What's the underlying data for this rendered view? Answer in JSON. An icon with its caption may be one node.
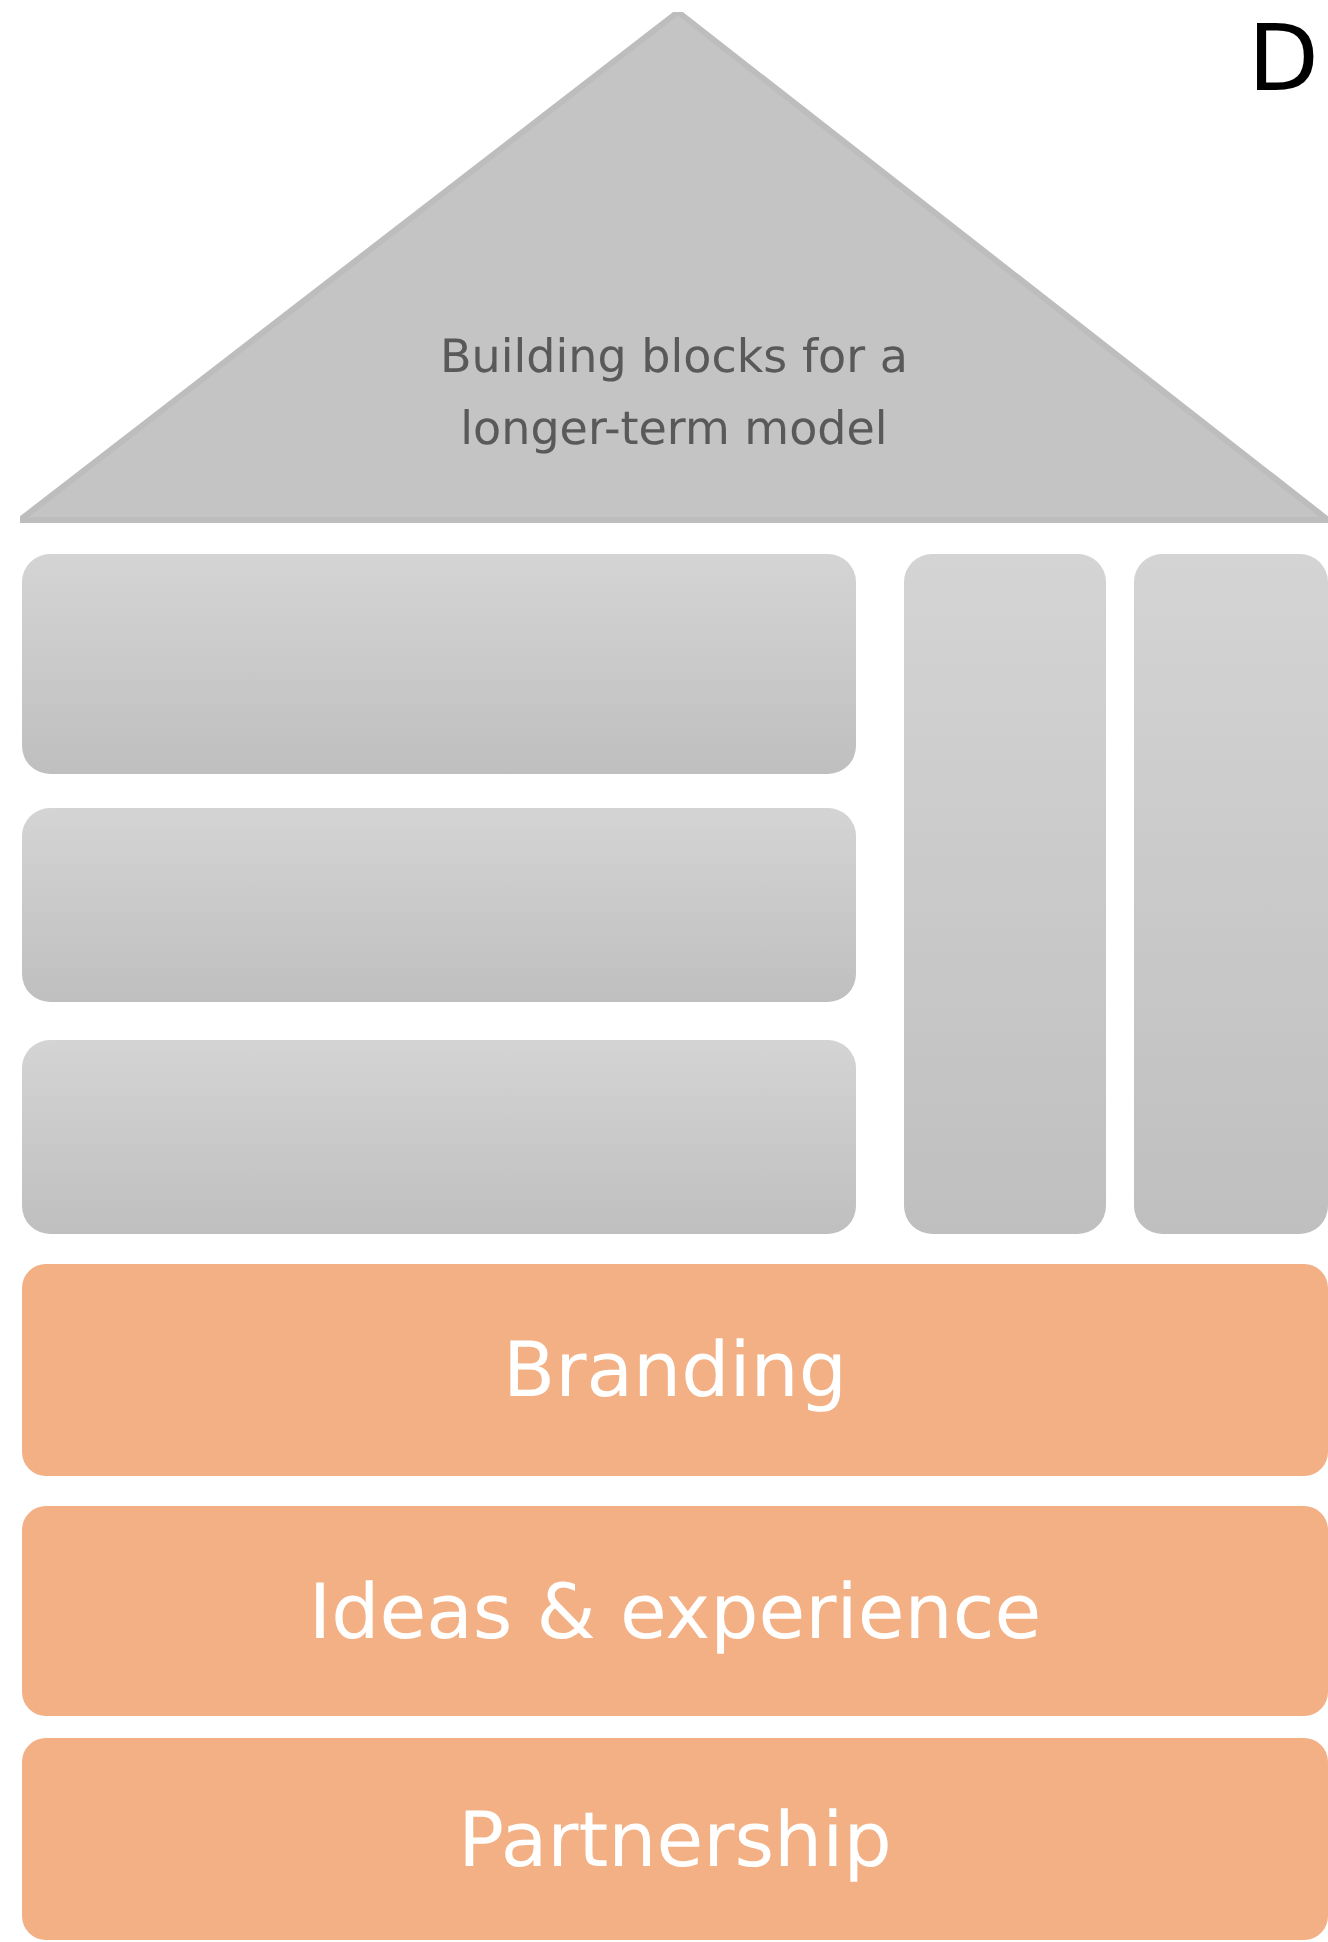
{
  "diagram": {
    "nodes": [
      {
        "text": [
          "Building blocks for a longer-term model"
        ]
      },
      {
        "text": [],
        "shape": "box"
      },
      {
        "text": [],
        "shape": "box"
      },
      {
        "text": [],
        "shape": "box"
      },
      {
        "text": [],
        "shape": "box"
      },
      {
        "text": [],
        "shape": "box"
      },
      {
        "text": [
          "Branding"
        ]
      },
      {
        "text": [
          "Ideas & experience"
        ]
      },
      {
        "text": [
          "Partnership"
        ]
      }
    ],
    "labels": [
      "D"
    ]
  }
}
